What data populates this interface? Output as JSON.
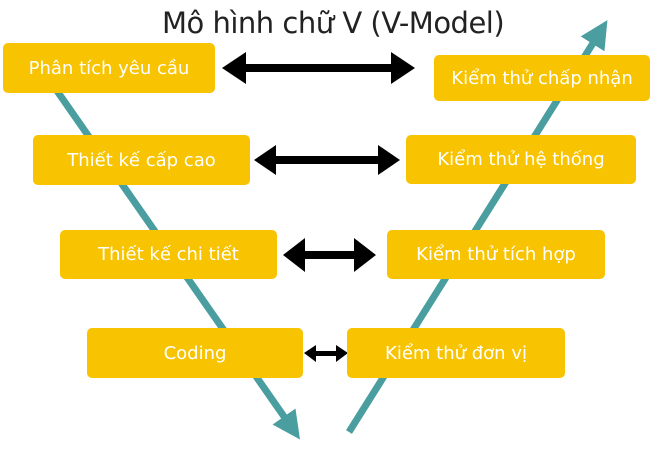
{
  "title": "Mô hình chữ V (V-Model)",
  "colors": {
    "box": "#f8c300",
    "v_line": "#4a9ea0",
    "arrow": "#000000",
    "text": "#ffffff"
  },
  "left_phases": [
    "Phân tích yêu cầu",
    "Thiết kế cấp cao",
    "Thiết kế chi tiết",
    "Coding"
  ],
  "right_phases": [
    "Kiểm thử chấp nhận",
    "Kiểm thử hệ thống",
    "Kiểm thử tích hợp",
    "Kiểm thử đơn vị"
  ]
}
